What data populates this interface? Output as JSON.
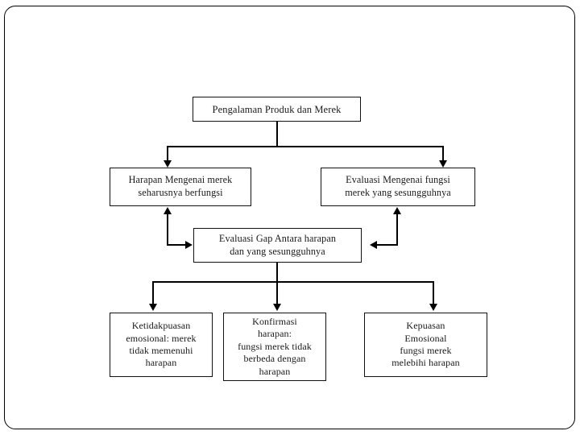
{
  "slide": {
    "background_color": "#ffffff",
    "border_color": "#000000",
    "text_color": "#1a1a1a"
  },
  "diagram": {
    "type": "flowchart",
    "nodes": {
      "top": "Pengalaman Produk dan Merek",
      "left_middle": "Harapan Mengenai merek\nseharusnya berfungsi",
      "right_middle": "Evaluasi Mengenai fungsi\nmerek yang sesungguhnya",
      "center": "Evaluasi Gap Antara harapan\ndan yang sesungguhnya",
      "bottom_left": "Ketidakpuasan\nemosional: merek\ntidak memenuhi\nharapan",
      "bottom_middle": "Konfirmasi\nharapan:\nfungsi merek tidak\nberbeda dengan\nharapan",
      "bottom_right": "Kepuasan\nEmosional\nfungsi merek\nmelebihi harapan"
    },
    "connectors": [
      {
        "from": "top",
        "to": "left_middle",
        "style": "elbow",
        "arrow": "down"
      },
      {
        "from": "top",
        "to": "right_middle",
        "style": "elbow",
        "arrow": "down"
      },
      {
        "from": "center",
        "to": "left_middle",
        "style": "elbow",
        "arrow": "up"
      },
      {
        "from": "left_middle",
        "to": "center",
        "style": "elbow",
        "arrow": "right"
      },
      {
        "from": "center",
        "to": "right_middle",
        "style": "elbow",
        "arrow": "up"
      },
      {
        "from": "right_middle",
        "to": "center",
        "style": "elbow",
        "arrow": "left"
      },
      {
        "from": "center",
        "to": "bottom_left",
        "style": "elbow",
        "arrow": "down"
      },
      {
        "from": "center",
        "to": "bottom_middle",
        "style": "straight",
        "arrow": "down"
      },
      {
        "from": "center",
        "to": "bottom_right",
        "style": "elbow",
        "arrow": "down"
      }
    ]
  }
}
